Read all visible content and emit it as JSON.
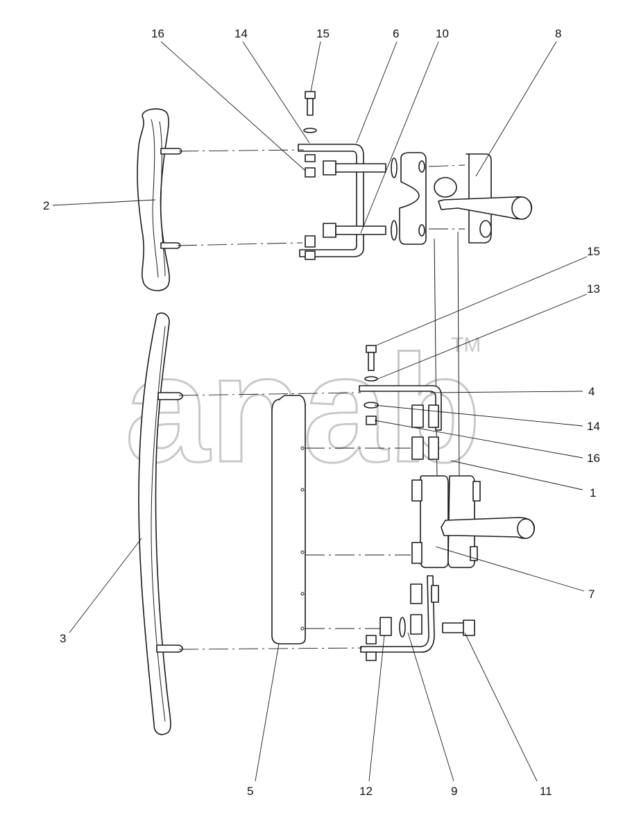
{
  "diagram": {
    "watermark": "anab",
    "trademark": "TM",
    "callouts": [
      "1",
      "2",
      "3",
      "4",
      "5",
      "6",
      "7",
      "8",
      "9",
      "10",
      "11",
      "12",
      "13",
      "14",
      "15",
      "16"
    ],
    "labels": {
      "c16_top": "16",
      "c14_top": "14",
      "c15_top": "15",
      "c6": "6",
      "c10": "10",
      "c8": "8",
      "c2": "2",
      "c15_mid": "15",
      "c13": "13",
      "c4": "4",
      "c14_mid": "14",
      "c16_mid": "16",
      "c1": "1",
      "c7": "7",
      "c3": "3",
      "c5": "5",
      "c12": "12",
      "c9": "9",
      "c11": "11"
    }
  }
}
